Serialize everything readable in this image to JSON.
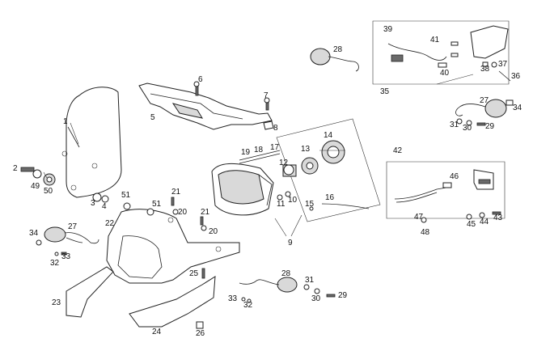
{
  "labels": {
    "l1": "1",
    "l2": "2",
    "l3": "3",
    "l4": "4",
    "l5": "5",
    "l6": "6",
    "l7": "7",
    "l8": "8",
    "l9": "9",
    "l10": "10",
    "l11": "11",
    "l12": "12",
    "l13": "13",
    "l14": "14",
    "l15": "15",
    "l16": "16",
    "l17": "17",
    "l18": "18",
    "l19": "19",
    "l20a": "20",
    "l20b": "20",
    "l21a": "21",
    "l21b": "21",
    "l22": "22",
    "l23": "23",
    "l24": "24",
    "l25": "25",
    "l26": "26",
    "l27a": "27",
    "l27b": "27",
    "l28a": "28",
    "l28b": "28",
    "l29a": "29",
    "l29b": "29",
    "l30a": "30",
    "l30b": "30",
    "l31a": "31",
    "l31b": "31",
    "l32a": "32",
    "l32b": "32",
    "l33a": "33",
    "l33b": "33",
    "l34a": "34",
    "l34b": "34",
    "l35": "35",
    "l36": "36",
    "l37": "37",
    "l38": "38",
    "l39": "39",
    "l40": "40",
    "l41": "41",
    "l42": "42",
    "l43": "43",
    "l44": "44",
    "l45": "45",
    "l46": "46",
    "l47": "47",
    "l48": "48",
    "l49": "49",
    "l50": "50",
    "l51a": "51",
    "l51b": "51"
  }
}
